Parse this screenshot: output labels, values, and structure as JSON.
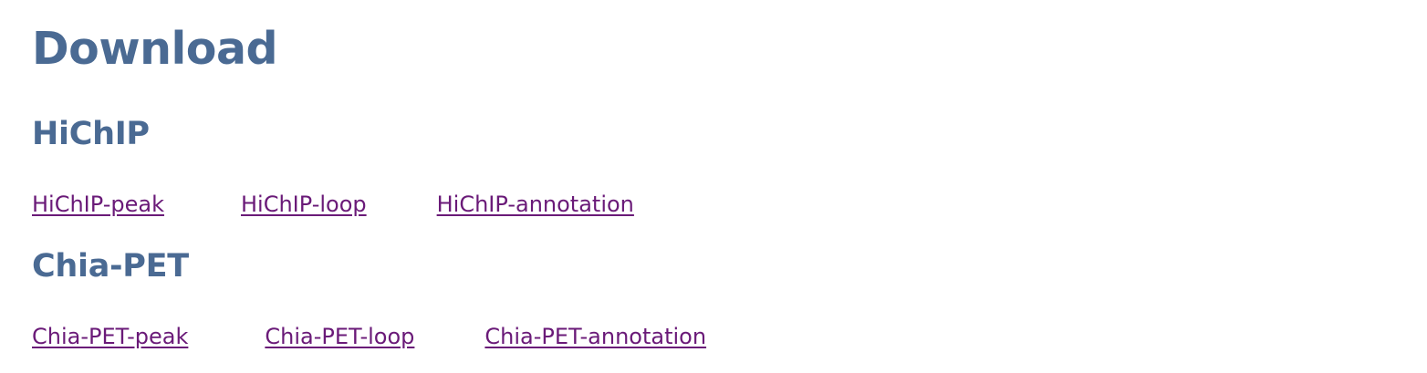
{
  "page": {
    "title": "Download"
  },
  "sections": [
    {
      "title": "HiChIP",
      "links": [
        "HiChIP-peak",
        "HiChIP-loop",
        "HiChIP-annotation"
      ]
    },
    {
      "title": "Chia-PET",
      "links": [
        "Chia-PET-peak",
        "Chia-PET-loop",
        "Chia-PET-annotation"
      ]
    }
  ],
  "colors": {
    "heading": "#4a6a93",
    "link_visited": "#6a1a78",
    "background": "#ffffff"
  }
}
